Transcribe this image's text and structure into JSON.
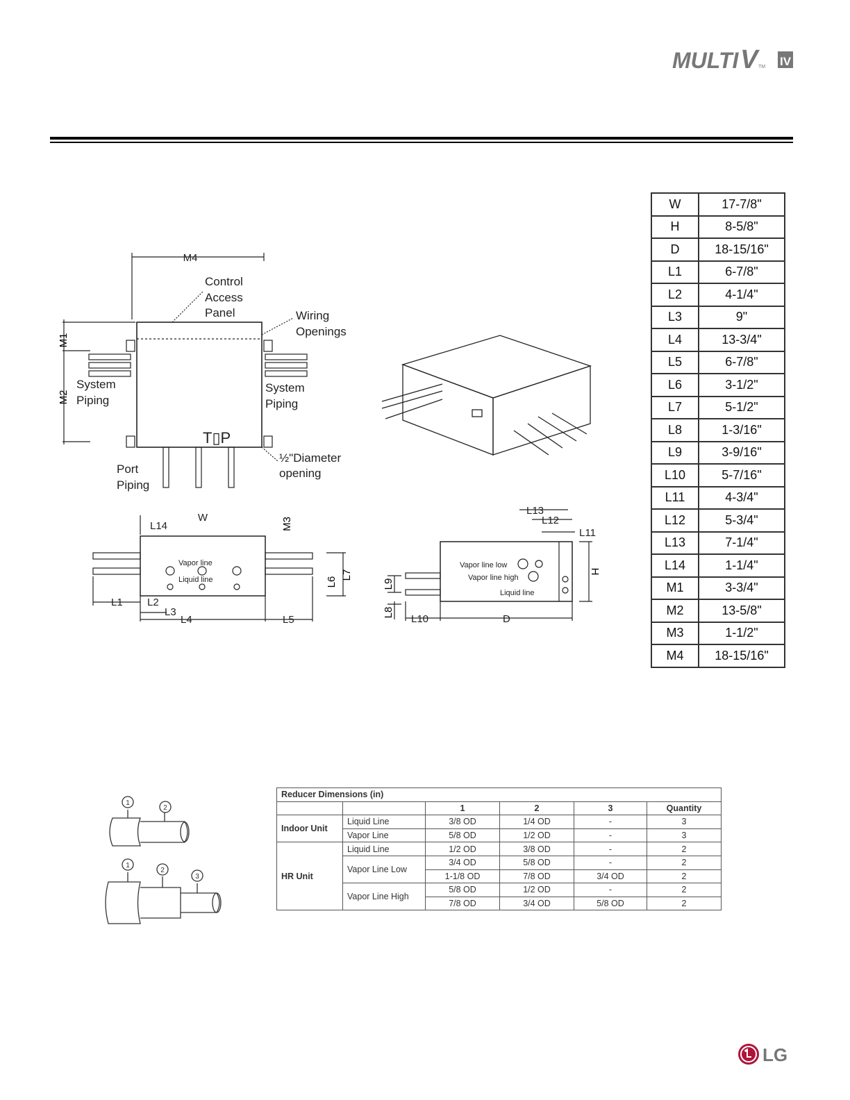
{
  "header": {
    "brand_multi": "MULTI",
    "brand_v": "V",
    "brand_tm": "TM",
    "brand_gen": "IV"
  },
  "dimensions": [
    {
      "key": "W",
      "value": "17-7/8\""
    },
    {
      "key": "H",
      "value": "8-5/8\""
    },
    {
      "key": "D",
      "value": "18-15/16\""
    },
    {
      "key": "L1",
      "value": "6-7/8\""
    },
    {
      "key": "L2",
      "value": "4-1/4\""
    },
    {
      "key": "L3",
      "value": "9\""
    },
    {
      "key": "L4",
      "value": "13-3/4\""
    },
    {
      "key": "L5",
      "value": "6-7/8\""
    },
    {
      "key": "L6",
      "value": "3-1/2\""
    },
    {
      "key": "L7",
      "value": "5-1/2\""
    },
    {
      "key": "L8",
      "value": "1-3/16\""
    },
    {
      "key": "L9",
      "value": "3-9/16\""
    },
    {
      "key": "L10",
      "value": "5-7/16\""
    },
    {
      "key": "L11",
      "value": "4-3/4\""
    },
    {
      "key": "L12",
      "value": "5-3/4\""
    },
    {
      "key": "L13",
      "value": "7-1/4\""
    },
    {
      "key": "L14",
      "value": "1-1/4\""
    },
    {
      "key": "M1",
      "value": "3-3/4\""
    },
    {
      "key": "M2",
      "value": "13-5/8\""
    },
    {
      "key": "M3",
      "value": "1-1/2\""
    },
    {
      "key": "M4",
      "value": "18-15/16\""
    }
  ],
  "top_view": {
    "m4": "M4",
    "m1": "M1",
    "m2": "M2",
    "control_1": "Control",
    "control_2": "Access",
    "control_3": "Panel",
    "wiring_1": "Wiring",
    "wiring_2": "Openings",
    "sys_left_1": "System",
    "sys_left_2": "Piping",
    "sys_right_1": "System",
    "sys_right_2": "Piping",
    "top_label": "T▯P",
    "port_1": "Port",
    "port_2": "Piping",
    "opening_1": "½\"Diameter",
    "opening_2": "opening"
  },
  "front_view": {
    "w": "W",
    "l14": "L14",
    "m3": "M3",
    "vapor": "Vapor  line",
    "liquid": "Liquid line",
    "l1": "L1",
    "l2": "L2",
    "l3": "L3",
    "l4": "L4",
    "l5": "L5",
    "l6": "L6",
    "l7": "L7"
  },
  "side_view": {
    "l13": "L13",
    "l12": "L12",
    "l11": "L11",
    "h": "H",
    "vapor_low": "Vapor line low",
    "vapor_high": "Vapor line high",
    "liquid": "Liquid line",
    "l9": "L9",
    "l8": "L8",
    "l10": "L10",
    "d": "D"
  },
  "reducer_icons": {
    "n1": "1",
    "n2": "2",
    "n3": "3"
  },
  "reducer_table": {
    "caption": "Reducer Dimensions (in)",
    "headers": [
      "1",
      "2",
      "3",
      "Quantity"
    ],
    "indoor_unit": "Indoor Unit",
    "hr_unit": "HR Unit",
    "rows": [
      {
        "line": "Liquid Line",
        "c1": "3/8 OD",
        "c2": "1/4 OD",
        "c3": "-",
        "q": "3"
      },
      {
        "line": "Vapor Line",
        "c1": "5/8 OD",
        "c2": "1/2 OD",
        "c3": "-",
        "q": "3"
      },
      {
        "line": "Liquid Line",
        "c1": "1/2 OD",
        "c2": "3/8 OD",
        "c3": "-",
        "q": "2"
      },
      {
        "line": "Vapor Line Low",
        "c1": "3/4 OD",
        "c2": "5/8 OD",
        "c3": "-",
        "q": "2"
      },
      {
        "c1": "1-1/8 OD",
        "c2": "7/8 OD",
        "c3": "3/4 OD",
        "q": "2"
      },
      {
        "line": "Vapor Line High",
        "c1": "5/8 OD",
        "c2": "1/2 OD",
        "c3": "-",
        "q": "2"
      },
      {
        "c1": "7/8 OD",
        "c2": "3/4 OD",
        "c3": "5/8 OD",
        "q": "2"
      }
    ]
  },
  "footer": {
    "logo": "LG"
  }
}
